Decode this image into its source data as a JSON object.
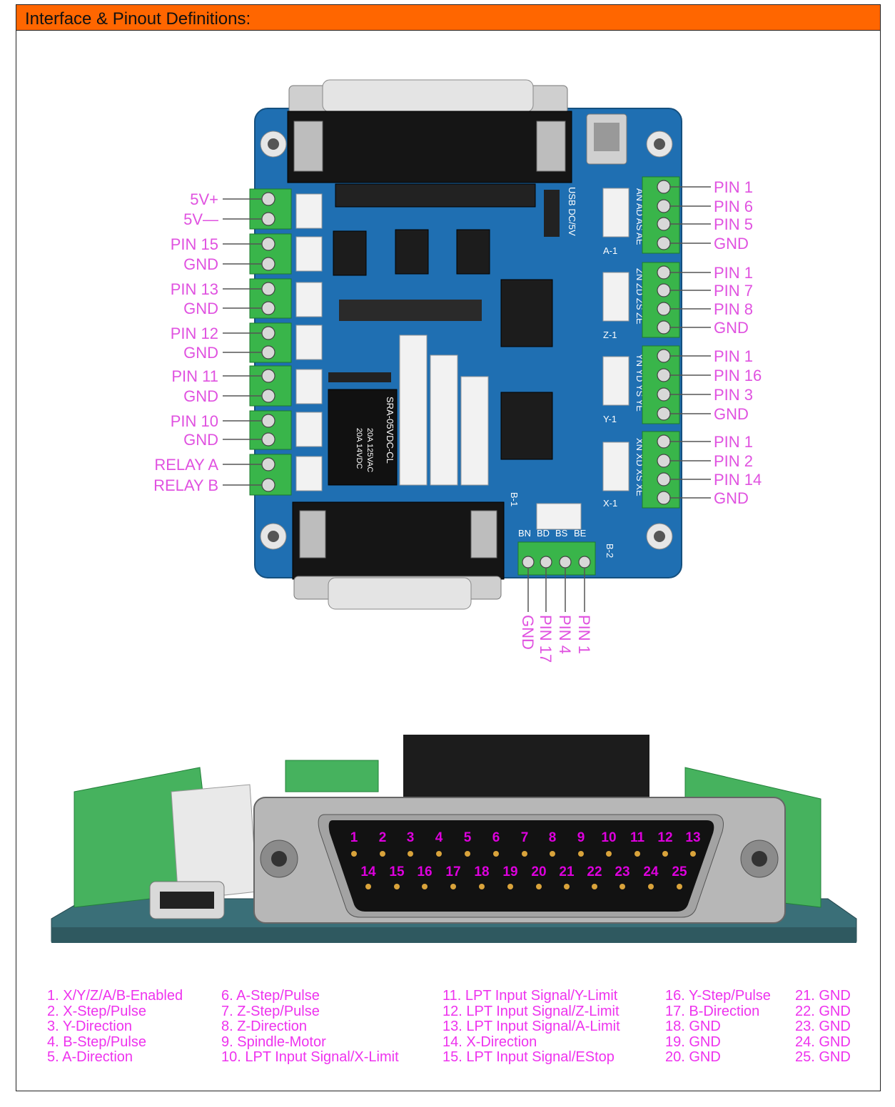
{
  "header": {
    "title": "Interface & Pinout Definitions:"
  },
  "left_labels": [
    "5V+",
    "5V—",
    "PIN 15",
    "GND",
    "PIN 13",
    "GND",
    "PIN 12",
    "GND",
    "PIN 11",
    "GND",
    "PIN 10",
    "GND",
    "RELAY A",
    "RELAY B"
  ],
  "right_labels": [
    "PIN 1",
    "PIN 6",
    "PIN 5",
    "GND",
    "PIN 1",
    "PIN 7",
    "PIN 8",
    "GND",
    "PIN 1",
    "PIN 16",
    "PIN 3",
    "GND",
    "PIN 1",
    "PIN 2",
    "PIN 14",
    "GND"
  ],
  "bottom_labels": [
    "GND",
    "PIN 17",
    "PIN 4",
    "PIN 1"
  ],
  "board_silk": {
    "a_pins": "AN AD AS AE",
    "z_pins": "ZN ZD ZS ZE",
    "y_pins": "YN YD YS YE",
    "x_pins": "XN XD XS XE",
    "b_pins": [
      "BN",
      "BD",
      "BS",
      "BE"
    ],
    "a1": "A-1",
    "z1": "Z-1",
    "y1": "Y-1",
    "x1": "X-1",
    "b1": "B-1",
    "b2": "B-2",
    "usb": "USB DC/5V",
    "relay_part": "SRA-05VDC-CL",
    "relay_rating_1": "20A 14VDC",
    "relay_rating_2": "20A 125VAC"
  },
  "connector_pins_top": [
    "1",
    "2",
    "3",
    "4",
    "5",
    "6",
    "7",
    "8",
    "9",
    "10",
    "11",
    "12",
    "13"
  ],
  "connector_pins_bottom": [
    "14",
    "15",
    "16",
    "17",
    "18",
    "19",
    "20",
    "21",
    "22",
    "23",
    "24",
    "25"
  ],
  "legend": [
    [
      "1. X/Y/Z/A/B-Enabled",
      "2. X-Step/Pulse",
      "3. Y-Direction",
      "4. B-Step/Pulse",
      "5. A-Direction"
    ],
    [
      "6. A-Step/Pulse",
      "7. Z-Step/Pulse",
      "8. Z-Direction",
      "9. Spindle-Motor",
      "10. LPT Input Signal/X-Limit"
    ],
    [
      "11. LPT Input Signal/Y-Limit",
      "12. LPT Input Signal/Z-Limit",
      "13. LPT Input Signal/A-Limit",
      "14. X-Direction",
      "15. LPT Input Signal/EStop"
    ],
    [
      "16. Y-Step/Pulse",
      "17. B-Direction",
      "18. GND",
      "19. GND",
      "20. GND"
    ],
    [
      "21. GND",
      "22. GND",
      "23. GND",
      "24. GND",
      "25. GND"
    ]
  ],
  "colors": {
    "header_bg": "#ff6600",
    "label_pink": "#e052e0",
    "pin_number": "#dd00dd",
    "board_blue": "#1f6fb2",
    "terminal_green": "#39b54a"
  }
}
